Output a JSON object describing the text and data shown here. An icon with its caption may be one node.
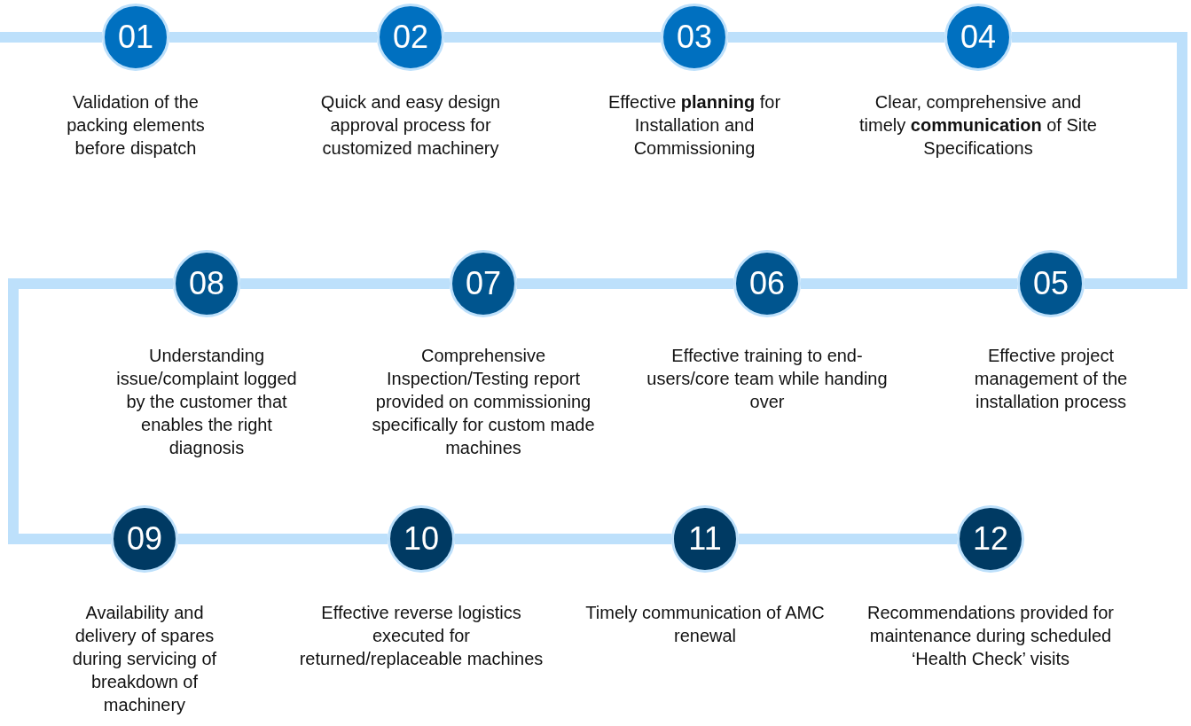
{
  "diagram": {
    "nodes": [
      {
        "text": [
          "01",
          "Validation of the packing elements before dispatch"
        ]
      },
      {
        "text": [
          "02",
          "Quick and easy design approval process for customized machinery"
        ]
      },
      {
        "text": [
          "03",
          "Effective **planning** for Installation and Commissioning"
        ]
      },
      {
        "text": [
          "04",
          "Clear, comprehensive and timely **communication** of Site Specifications"
        ]
      },
      {
        "text": [
          "05",
          "Effective project management of the installation process"
        ]
      },
      {
        "text": [
          "06",
          "Effective training to end-users/core team while handing over"
        ]
      },
      {
        "text": [
          "07",
          "Comprehensive Inspection/Testing report provided on commissioning specifically for custom made machines"
        ]
      },
      {
        "text": [
          "08",
          "Understanding issue/complaint logged by the customer that enables the right diagnosis"
        ]
      },
      {
        "text": [
          "09",
          "Availability and delivery of spares during servicing of breakdown of machinery"
        ]
      },
      {
        "text": [
          "10",
          "Effective reverse logistics executed for returned/replaceable machines"
        ]
      },
      {
        "text": [
          "11",
          "Timely communication of AMC renewal"
        ]
      },
      {
        "text": [
          "12",
          "Recommendations provided for maintenance during scheduled ‘Health Check’ visits"
        ]
      }
    ],
    "edges": [
      {
        "from": null,
        "to": 0,
        "arrow": "none"
      },
      {
        "from": 0,
        "to": 1,
        "arrow": "none"
      },
      {
        "from": 1,
        "to": 2,
        "arrow": "none"
      },
      {
        "from": 2,
        "to": 3,
        "arrow": "none"
      },
      {
        "from": 3,
        "to": 4,
        "arrow": "none"
      },
      {
        "from": 4,
        "to": 5,
        "arrow": "none"
      },
      {
        "from": 5,
        "to": 6,
        "arrow": "none"
      },
      {
        "from": 6,
        "to": 7,
        "arrow": "none"
      },
      {
        "from": 7,
        "to": 8,
        "arrow": "none"
      },
      {
        "from": 8,
        "to": 9,
        "arrow": "none"
      },
      {
        "from": 9,
        "to": 10,
        "arrow": "none"
      },
      {
        "from": 10,
        "to": 11,
        "arrow": "none"
      }
    ]
  }
}
